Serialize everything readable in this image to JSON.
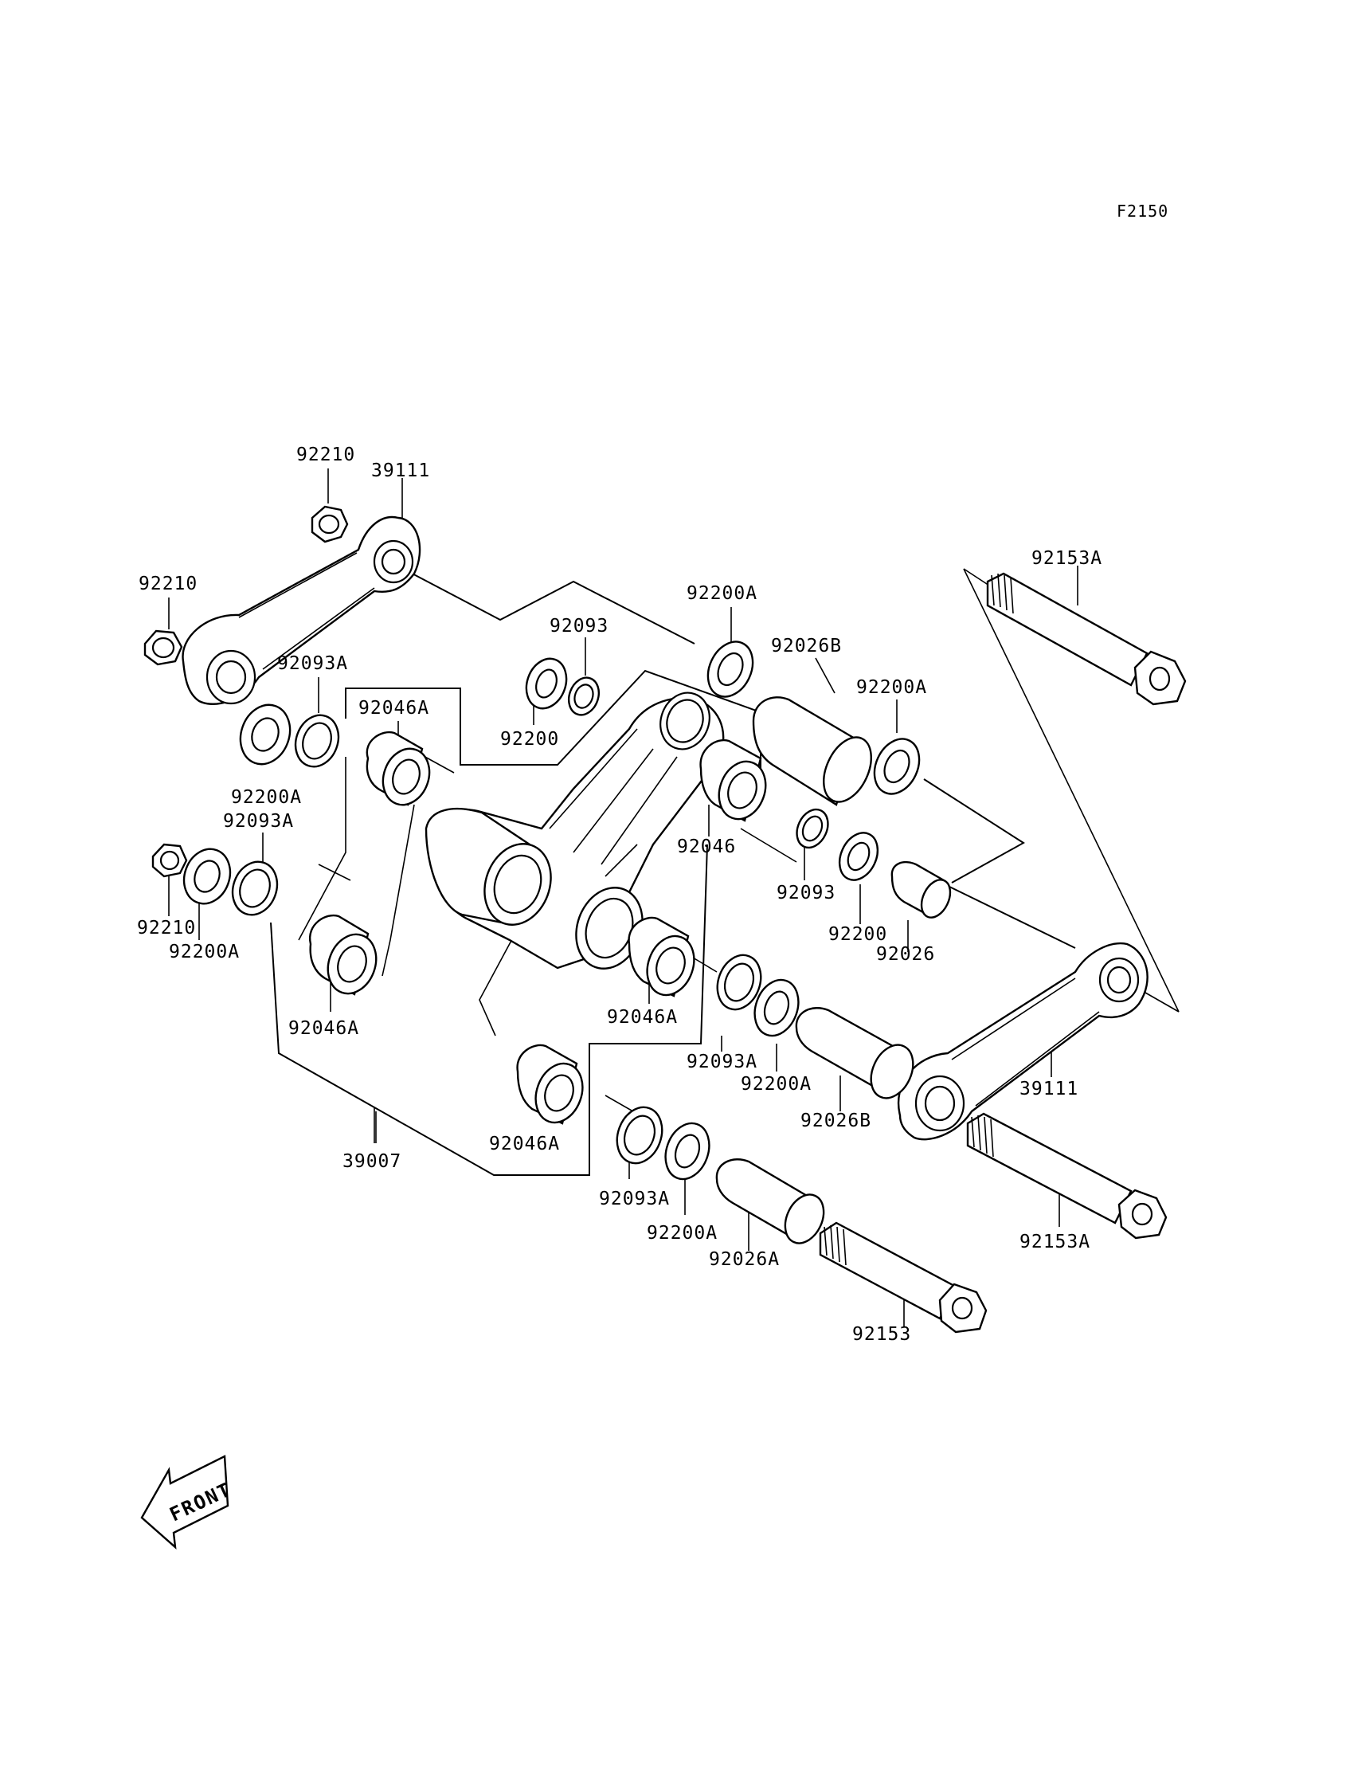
{
  "diagram": {
    "code": "F2150",
    "front_label": "FRONT",
    "labels": {
      "p92210_top": "92210",
      "p39111_top": "39111",
      "p92210_left": "92210",
      "p92093a_1": "92093A",
      "p92046a_1": "92046A",
      "p92200a_1": "92200A",
      "p92093a_2": "92093A",
      "p92210_low": "92210",
      "p92200a_2": "92200A",
      "p92046a_2": "92046A",
      "p39007": "39007",
      "p92093_top": "92093",
      "p92200_top": "92200",
      "p92200a_top": "92200A",
      "p92026b_top": "92026B",
      "p92200a_r": "92200A",
      "p92153a_top": "92153A",
      "p92046": "92046",
      "p92093_r": "92093",
      "p92200_r": "92200",
      "p92026": "92026",
      "p92046a_3": "92046A",
      "p92093a_3": "92093A",
      "p92200a_3": "92200A",
      "p92026b_low": "92026B",
      "p39111_low": "39111",
      "p92046a_4": "92046A",
      "p92093a_4": "92093A",
      "p92200a_4": "92200A",
      "p92026a": "92026A",
      "p92153": "92153",
      "p92153a_low": "92153A"
    }
  }
}
